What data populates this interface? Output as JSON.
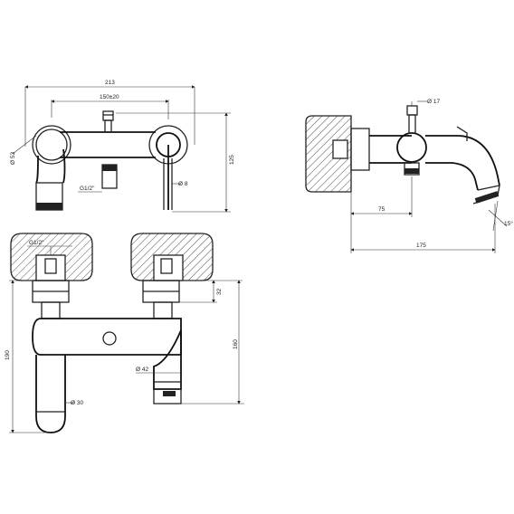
{
  "front_view": {
    "dim_width": "213",
    "dim_centers": "150±20",
    "dim_height": "125",
    "dim_flange": "Ø 53",
    "dim_thread": "G1/2\"",
    "dim_rod": "Ø 8"
  },
  "side_view": {
    "dim_thread": "G1/2\"",
    "dim_depth": "32",
    "dim_left_height": "190",
    "dim_right_height": "160",
    "dim_outlet": "Ø 42",
    "dim_spout": "Ø 30"
  },
  "top_view": {
    "dim_top": "Ø 17",
    "dim_wall": "75",
    "dim_total": "175",
    "dim_angle": "15°"
  }
}
